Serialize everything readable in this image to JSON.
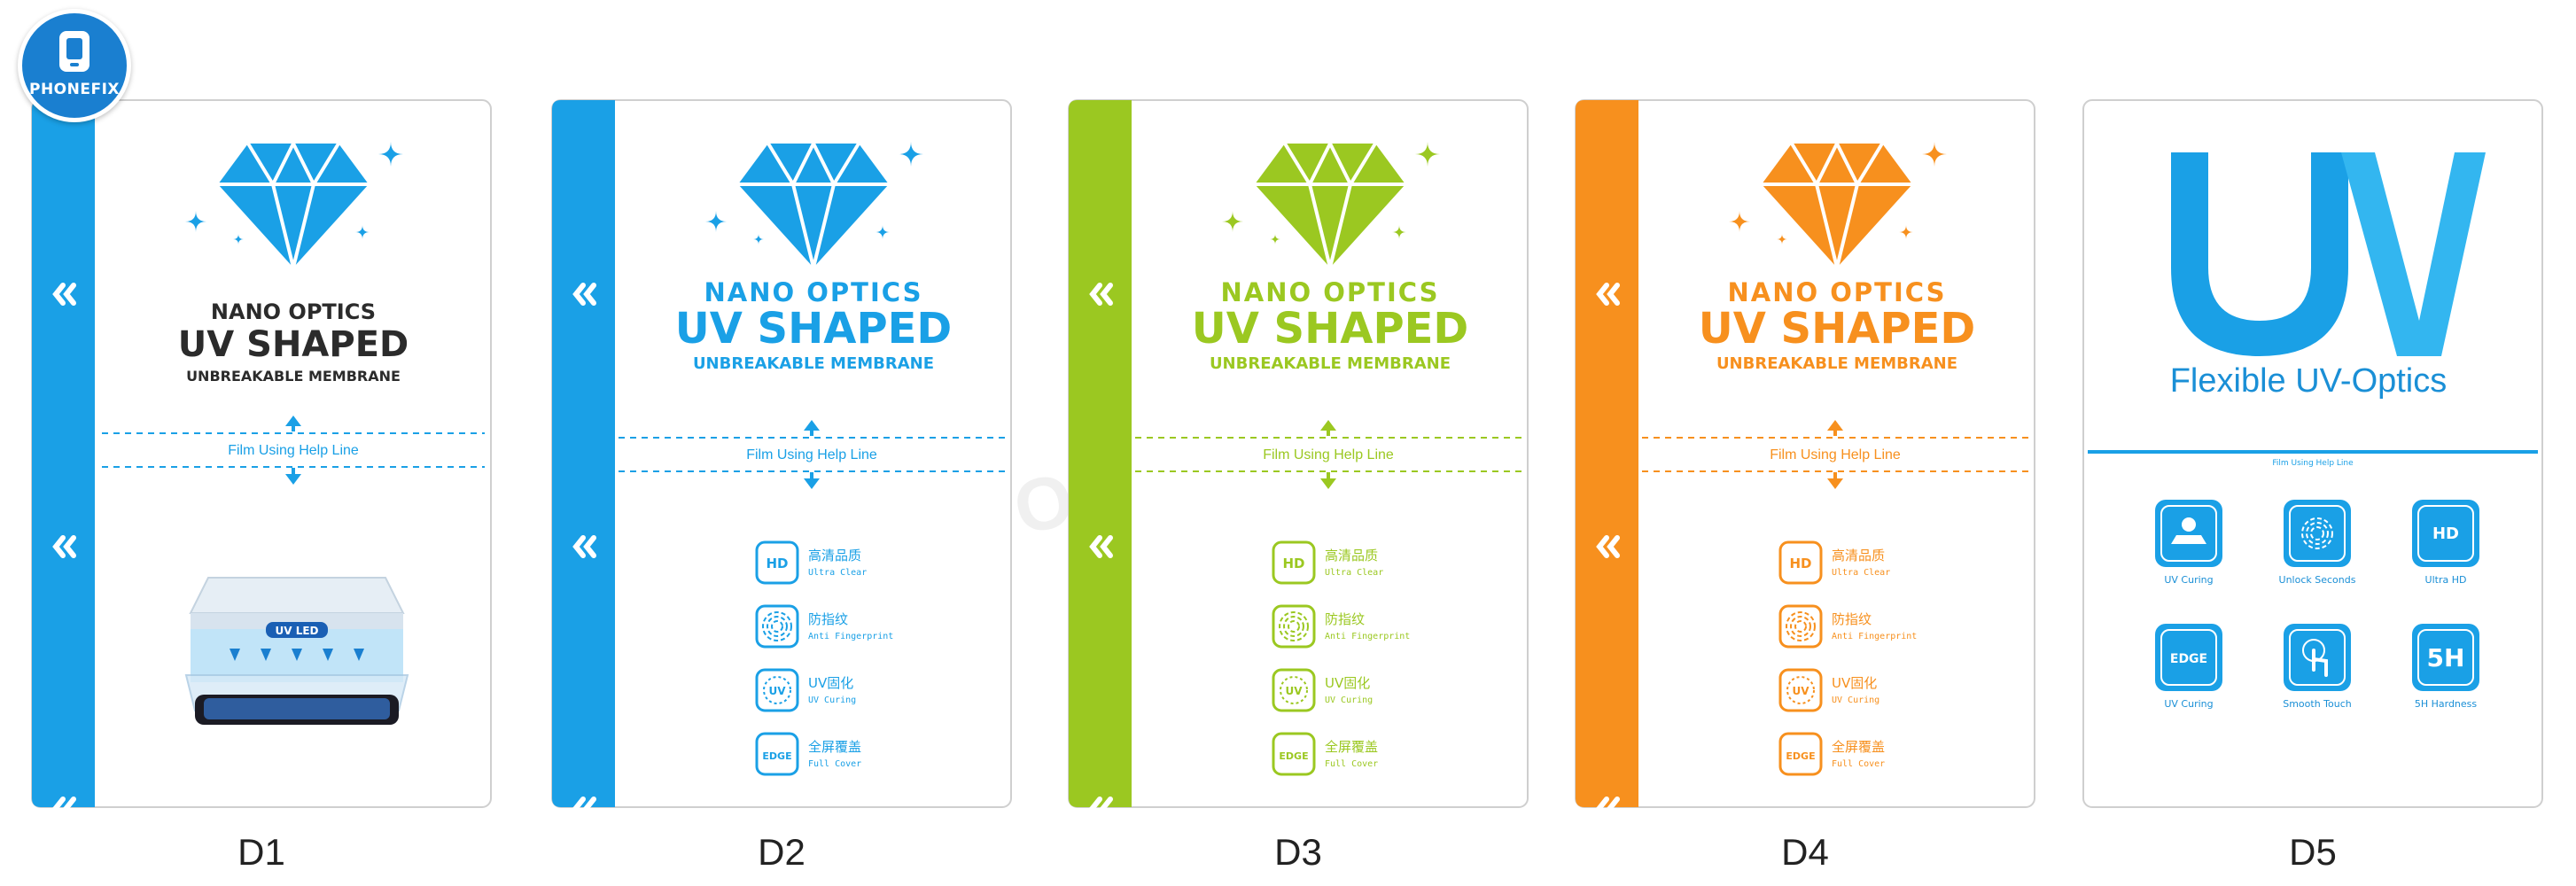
{
  "brand": {
    "logo_text": "PHONEFIX",
    "watermark": "PHONEFIX"
  },
  "colors": {
    "blue": "#1aa0e6",
    "green": "#9bc821",
    "orange": "#f7901e",
    "dark_text": "#2b2b2b",
    "logo_bg": "#1a7fd0"
  },
  "packages": [
    {
      "label": "D1",
      "variant": "diamond-uvled",
      "accent": "#1aa0e6",
      "diamond_color": "#1aa0e6",
      "title_line1": "NANO OPTICS",
      "title_line2": "UV  SHAPED",
      "title_line3": "UNBREAKABLE MEMBRANE",
      "title_color": "#2b2b2b",
      "guide_text": "Film Using Help Line",
      "uv_led_label": "UV LED"
    },
    {
      "label": "D2",
      "variant": "diamond-features",
      "accent": "#1aa0e6",
      "diamond_color": "#1aa0e6",
      "title_line1": "NANO OPTICS",
      "title_line2": "UV SHAPED",
      "title_line3": "UNBREAKABLE MEMBRANE",
      "title_color": "#1aa0e6",
      "guide_text": "Film Using Help Line",
      "features": [
        {
          "icon": "hd-icon",
          "badge": "HD",
          "cn": "高清品质",
          "en": "Ultra Clear"
        },
        {
          "icon": "fingerprint-icon",
          "badge": "",
          "cn": "防指纹",
          "en": "Anti Fingerprint"
        },
        {
          "icon": "uv-curing-icon",
          "badge": "UV",
          "cn": "UV固化",
          "en": "UV Curing"
        },
        {
          "icon": "edge-icon",
          "badge": "EDGE",
          "cn": "全屏覆盖",
          "en": "Full Cover"
        }
      ]
    },
    {
      "label": "D3",
      "variant": "diamond-features",
      "accent": "#9bc821",
      "diamond_color": "#9bc821",
      "title_line1": "NANO OPTICS",
      "title_line2": "UV SHAPED",
      "title_line3": "UNBREAKABLE MEMBRANE",
      "title_color": "#9bc821",
      "guide_text": "Film Using Help Line",
      "features": [
        {
          "icon": "hd-icon",
          "badge": "HD",
          "cn": "高清品质",
          "en": "Ultra Clear"
        },
        {
          "icon": "fingerprint-icon",
          "badge": "",
          "cn": "防指纹",
          "en": "Anti Fingerprint"
        },
        {
          "icon": "uv-curing-icon",
          "badge": "UV",
          "cn": "UV固化",
          "en": "UV Curing"
        },
        {
          "icon": "edge-icon",
          "badge": "EDGE",
          "cn": "全屏覆盖",
          "en": "Full Cover"
        }
      ]
    },
    {
      "label": "D4",
      "variant": "diamond-features",
      "accent": "#f7901e",
      "diamond_color": "#f7901e",
      "title_line1": "NANO OPTICS",
      "title_line2": "UV SHAPED",
      "title_line3": "UNBREAKABLE MEMBRANE",
      "title_color": "#f7901e",
      "guide_text": "Film Using Help Line",
      "features": [
        {
          "icon": "hd-icon",
          "badge": "HD",
          "cn": "高清品质",
          "en": "Ultra Clear"
        },
        {
          "icon": "fingerprint-icon",
          "badge": "",
          "cn": "防指纹",
          "en": "Anti Fingerprint"
        },
        {
          "icon": "uv-curing-icon",
          "badge": "UV",
          "cn": "UV固化",
          "en": "UV Curing"
        },
        {
          "icon": "edge-icon",
          "badge": "EDGE",
          "cn": "全屏覆盖",
          "en": "Full Cover"
        }
      ]
    },
    {
      "label": "D5",
      "variant": "uv-logo",
      "accent": "#1aa0e6",
      "logo_letters": "UV",
      "headline": "Flexible UV-Optics",
      "guide_text": "Film Using Help Line",
      "icons": [
        {
          "icon": "uv-curing-icon",
          "badge": "",
          "label": "UV Curing"
        },
        {
          "icon": "fingerprint-icon",
          "badge": "",
          "label": "Unlock Seconds"
        },
        {
          "icon": "hd-eye-icon",
          "badge": "HD",
          "label": "Ultra HD"
        },
        {
          "icon": "edge-icon",
          "badge": "EDGE",
          "label": "UV Curing"
        },
        {
          "icon": "touch-icon",
          "badge": "",
          "label": "Smooth Touch"
        },
        {
          "icon": "hardness-icon",
          "badge": "5H",
          "label": "5H Hardness"
        }
      ]
    }
  ]
}
